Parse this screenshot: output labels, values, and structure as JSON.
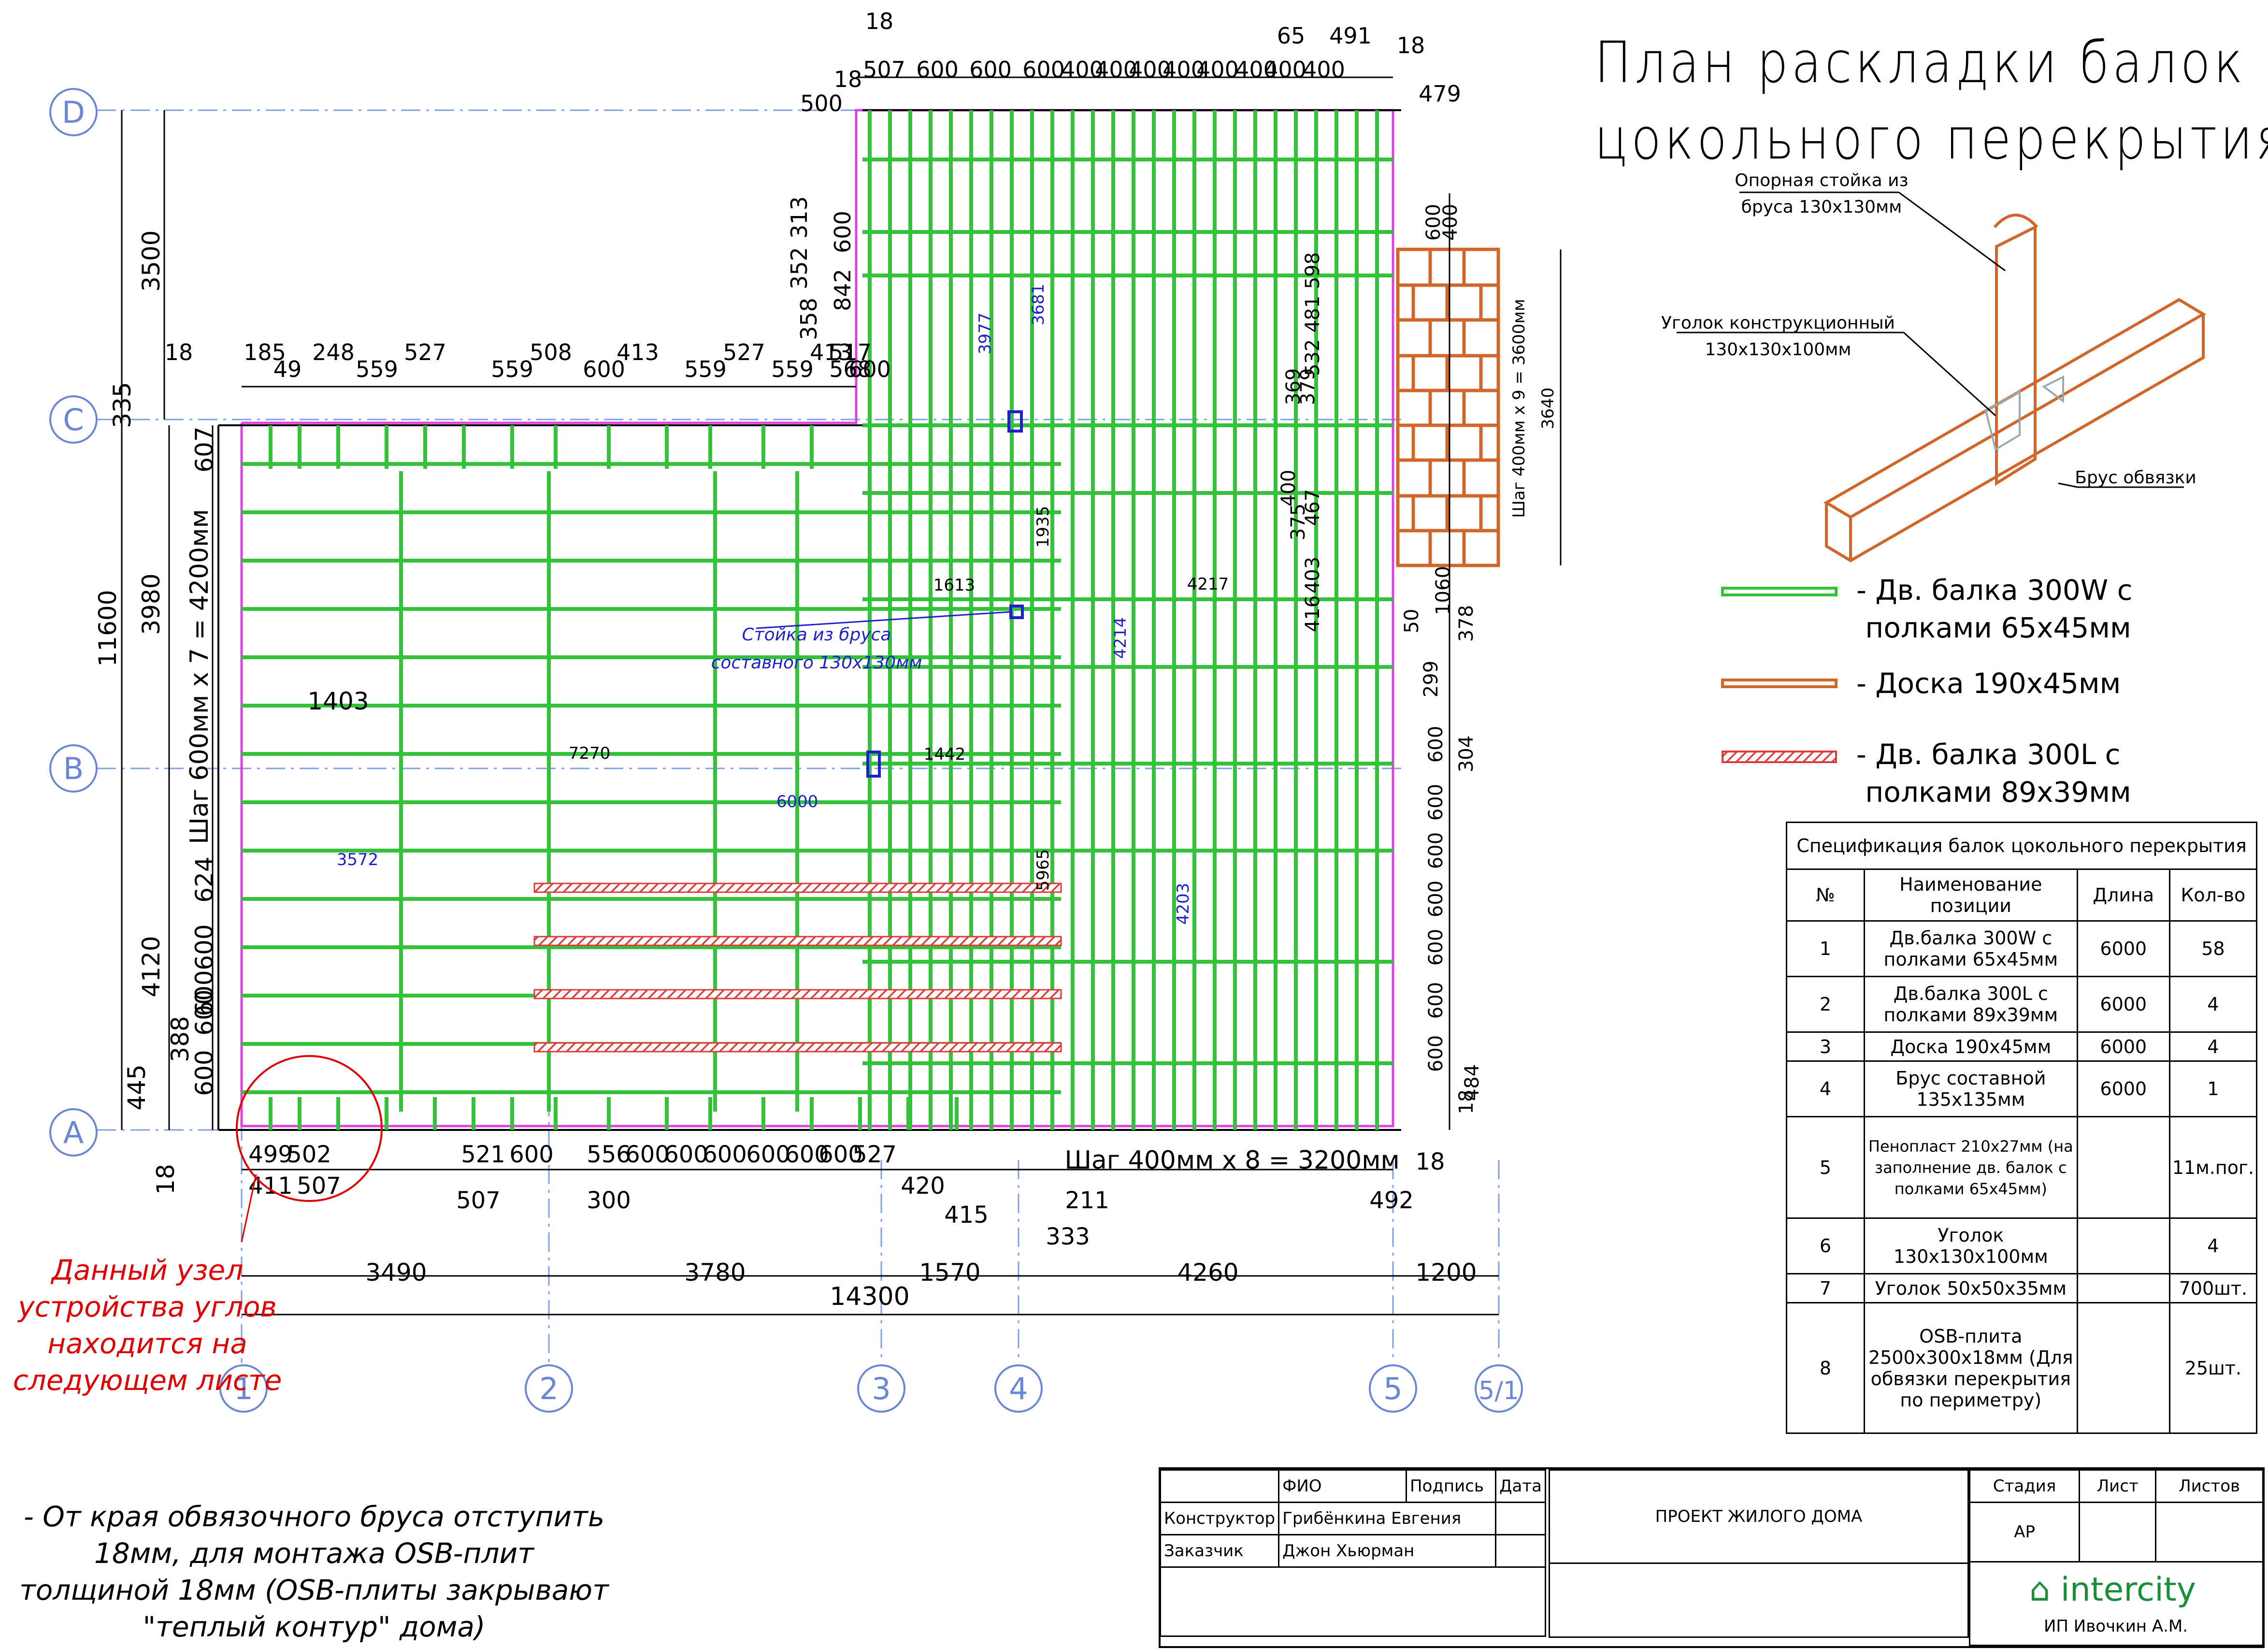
{
  "title": {
    "line1": "План раскладки балок",
    "line2": "цокольного перекрытия"
  },
  "grid_axes": {
    "rows": [
      "D",
      "C",
      "B",
      "A"
    ],
    "columns": [
      "1",
      "2",
      "3",
      "4",
      "5",
      "5/1"
    ]
  },
  "dimensions": {
    "left_vertical": [
      "3500",
      "335",
      "3980",
      "11600",
      "4120",
      "445",
      "388",
      "607",
      "18"
    ],
    "left_pitch": "Шаг 600мм х 7 = 4200мм",
    "left_small": [
      "600",
      "600",
      "624",
      "600",
      "600"
    ],
    "top_row": [
      "185",
      "49",
      "248",
      "559",
      "527",
      "559",
      "508",
      "600",
      "413",
      "559",
      "527",
      "559",
      "413",
      "600",
      "517",
      "568",
      "18"
    ],
    "top_upper": [
      "18",
      "507",
      "600",
      "600",
      "600",
      "400",
      "400",
      "400",
      "400",
      "400",
      "400",
      "400",
      "400",
      "65",
      "491",
      "18",
      "500",
      "18",
      "479"
    ],
    "upper_left": [
      "313",
      "600",
      "352",
      "842",
      "358"
    ],
    "bottom_row": [
      "499",
      "502",
      "411",
      "507",
      "521",
      "600",
      "507",
      "556",
      "600",
      "600",
      "600",
      "600",
      "600",
      "600",
      "527",
      "300",
      "420",
      "415",
      "211",
      "333",
      "18",
      "492"
    ],
    "bottom_pitch": "Шаг 400мм х 8 = 3200мм",
    "axis_spans": [
      "3490",
      "3780",
      "1570",
      "4260",
      "1200"
    ],
    "total": "14300",
    "right_side": [
      "600",
      "400",
      "598",
      "481",
      "532",
      "369",
      "379",
      "400",
      "375",
      "467",
      "403",
      "416",
      "1060",
      "50",
      "378",
      "299",
      "304",
      "600",
      "600",
      "600",
      "600",
      "600",
      "600",
      "600",
      "18",
      "484"
    ],
    "brick_pitch": "Шаг 400мм х 9 = 3600мм",
    "brick_height": "3640",
    "inner_blue": [
      "3977",
      "3681",
      "1935",
      "1613",
      "4217",
      "4214",
      "1403",
      "7270",
      "1442",
      "6000",
      "3572",
      "5965",
      "4203"
    ]
  },
  "post_label": "Стойка из бруса\nсоставного 130х130мм",
  "node_detail": {
    "post": "Опорная стойка из\nбруса 130х130мм",
    "corner": "Уголок конструкционный\n130х130х100мм",
    "beam": "Брус обвязки"
  },
  "legend": [
    {
      "label": "- Дв. балка 300W с\n полками 65х45мм",
      "color": "#34c23a",
      "style": "solid"
    },
    {
      "label": "- Доска 190х45мм",
      "color": "#d0662a",
      "style": "solid"
    },
    {
      "label": "- Дв. балка 300L с\n полками 89х39мм",
      "color": "#e03b3b",
      "style": "hatched"
    }
  ],
  "spec": {
    "title": "Спецификация балок цокольного перекрытия",
    "headers": [
      "№",
      "Наименование позиции",
      "Длина",
      "Кол-во"
    ],
    "rows": [
      [
        "1",
        "Дв.балка 300W с полками 65х45мм",
        "6000",
        "58"
      ],
      [
        "2",
        "Дв.балка 300L с полками 89х39мм",
        "6000",
        "4"
      ],
      [
        "3",
        "Доска 190х45мм",
        "6000",
        "4"
      ],
      [
        "4",
        "Брус составной 135х135мм",
        "6000",
        "1"
      ],
      [
        "5",
        "Пенопласт 210х27мм (на заполнение дв. балок с полками 65х45мм)",
        "",
        "11м.пог."
      ],
      [
        "6",
        "Уголок 130х130х100мм",
        "",
        "4"
      ],
      [
        "7",
        "Уголок 50х50х35мм",
        "",
        "700шт."
      ],
      [
        "8",
        "OSB-плита 2500х300х18мм (Для обвязки перекрытия по периметру)",
        "",
        "25шт."
      ]
    ]
  },
  "red_note": "Данный узел устройства углов находится на следующем листе",
  "bottom_note": "- От края обвязочного бруса отступить 18мм, для монтажа OSB-плит толщиной 18мм (OSB-плиты закрывают \"теплый контур\" дома)",
  "stamp": {
    "fio": "ФИО",
    "sign": "Подпись",
    "date": "Дата",
    "role1": "Конструктор",
    "name1": "Грибёнкина Евгения",
    "role2": "Заказчик",
    "name2": "Джон Хьюрман",
    "project": "ПРОЕКТ ЖИЛОГО ДОМА",
    "stage_h": "Стадия",
    "sheet_h": "Лист",
    "sheets_h": "Листов",
    "stage": "АР"
  },
  "brand": {
    "name": "intercity",
    "sub": "ИП Ивочкин А.М."
  },
  "colors": {
    "joist": "#34c23a",
    "board": "#d0662a",
    "heavy": "#e03b3b",
    "outline": "#e040e0",
    "dim_blue": "#1f1fd0",
    "axis": "#6a86d8"
  }
}
